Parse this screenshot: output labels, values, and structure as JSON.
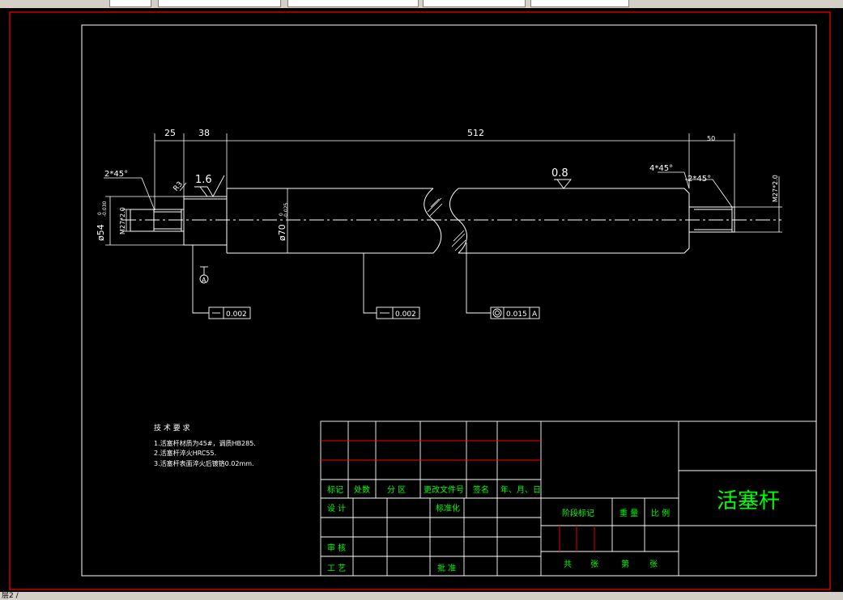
{
  "status_bar": {
    "text": "层2 /"
  },
  "dimensions": {
    "d25": "25",
    "d38": "38",
    "d512": "512",
    "d50": "50",
    "chamfer_left": "2*45°",
    "chamfer_right1": "4*45°",
    "chamfer_right2": "2*45°",
    "radius": "R3",
    "dia54": "ø54",
    "dia54_tol": "-0.030",
    "dia54_tol_top": "0",
    "dia70": "ø70",
    "dia70_tol": "-0.025",
    "dia70_tol_top": "0",
    "thread_left": "M27*2.0",
    "thread_right": "M27*2.0"
  },
  "roughness": {
    "left": "1.6",
    "mid": "0.8"
  },
  "datum": {
    "label": "A"
  },
  "tolerances": {
    "t1": {
      "value": "0.002"
    },
    "t2": {
      "value": "0.002"
    },
    "t3": {
      "value": "0.015",
      "datum": "A"
    }
  },
  "tech_notes": {
    "title": "技 术 要 求",
    "lines": [
      "1.活塞杆材质为45#，调质HB285.",
      "2.活塞杆淬火HRC55.",
      "3.活塞杆表面淬火后镀铬0.02mm."
    ]
  },
  "title_block": {
    "row_labels": {
      "mark": "标记",
      "count": "处数",
      "zone": "分 区",
      "change_doc": "更改文件号",
      "signature": "签名",
      "date": "年、月、日"
    },
    "design": "设 计",
    "standardize": "标准化",
    "review": "审 核",
    "process": "工 艺",
    "approve": "批 准",
    "stage_mark": "阶段标记",
    "weight": "重 量",
    "scale": "比 例",
    "total_sheets": "共",
    "sheets_unit": "张",
    "sheet_no": "第",
    "sheet_unit": "张",
    "part_name": "活塞杆"
  },
  "colors": {
    "background": "#000000",
    "drawing": "#ffffff",
    "frame": "#ff0000",
    "text": "#00ff00",
    "dim": "#ffffff"
  }
}
